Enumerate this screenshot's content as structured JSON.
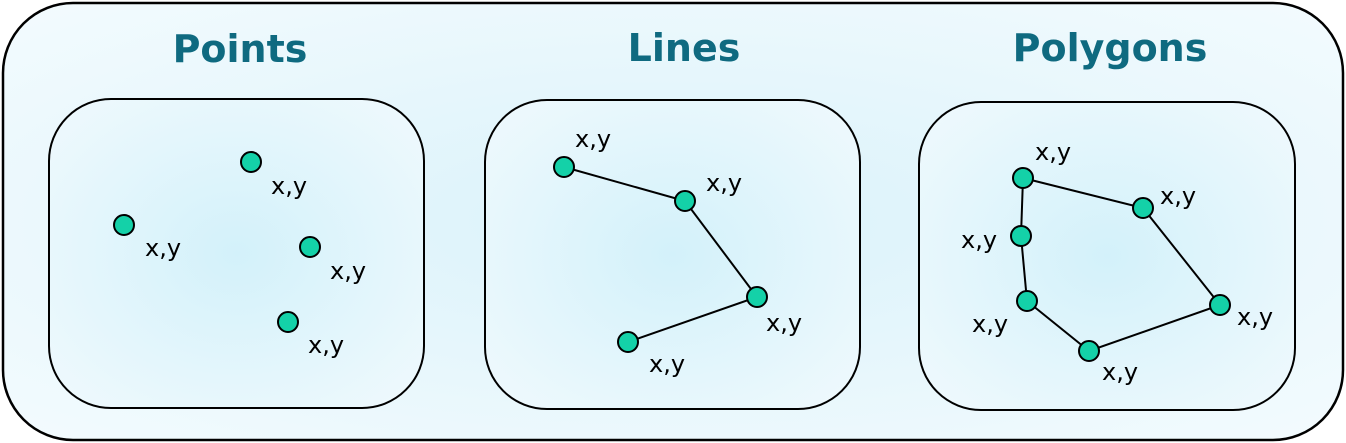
{
  "panels": [
    {
      "title": "Points",
      "points": [
        {
          "label": "x,y"
        },
        {
          "label": "x,y"
        },
        {
          "label": "x,y"
        },
        {
          "label": "x,y"
        }
      ]
    },
    {
      "title": "Lines",
      "points": [
        {
          "label": "x,y"
        },
        {
          "label": "x,y"
        },
        {
          "label": "x,y"
        },
        {
          "label": "x,y"
        }
      ]
    },
    {
      "title": "Polygons",
      "points": [
        {
          "label": "x,y"
        },
        {
          "label": "x,y"
        },
        {
          "label": "x,y"
        },
        {
          "label": "x,y"
        },
        {
          "label": "x,y"
        },
        {
          "label": "x,y"
        }
      ]
    }
  ],
  "colors": {
    "title": "#0f6a80",
    "point_fill": "#14d1a8",
    "background": "#e6f6fb"
  }
}
